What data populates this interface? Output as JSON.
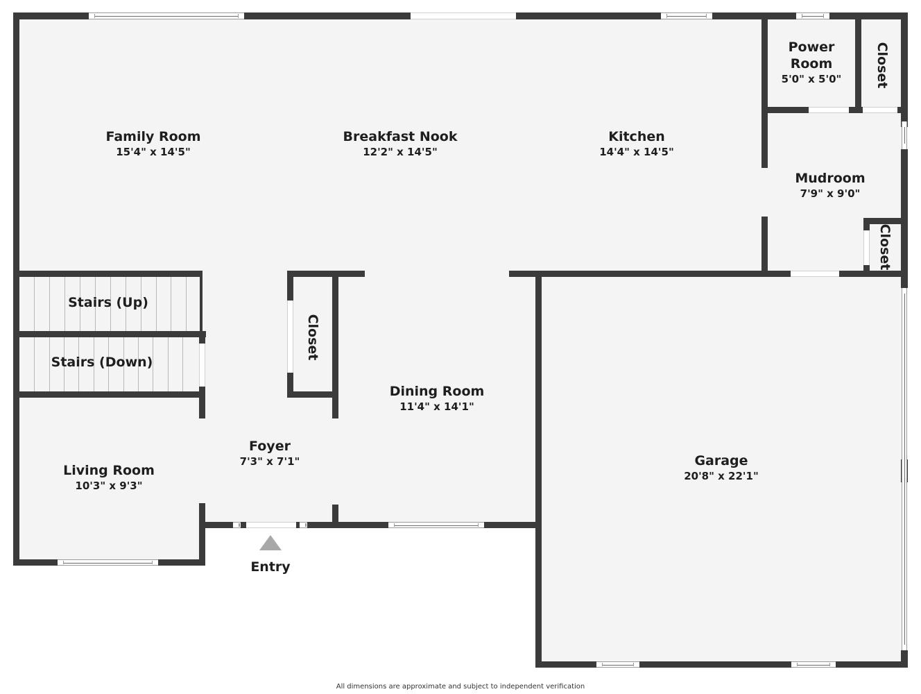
{
  "plan": {
    "colors": {
      "wall": "#3b3b3b",
      "floor": "#f4f4f4",
      "window": "#ffffff",
      "entry_arrow": "#a8a8a8",
      "text": "#1e1e1e"
    },
    "rooms": {
      "family_room": {
        "name": "Family Room",
        "dims": "15'4\" x 14'5\""
      },
      "breakfast_nook": {
        "name": "Breakfast Nook",
        "dims": "12'2\" x 14'5\""
      },
      "kitchen": {
        "name": "Kitchen",
        "dims": "14'4\" x 14'5\""
      },
      "power_room": {
        "name": "Power",
        "name2": "Room",
        "dims": "5'0\" x 5'0\""
      },
      "closet_top": {
        "name": "Closet"
      },
      "mudroom": {
        "name": "Mudroom",
        "dims": "7'9\" x 9'0\""
      },
      "closet_mud": {
        "name": "Closet"
      },
      "stairs_up": {
        "name": "Stairs (Up)"
      },
      "stairs_down": {
        "name": "Stairs (Down)"
      },
      "closet_foyer": {
        "name": "Closet"
      },
      "dining_room": {
        "name": "Dining Room",
        "dims": "11'4\" x 14'1\""
      },
      "foyer": {
        "name": "Foyer",
        "dims": "7'3\" x 7'1\""
      },
      "living_room": {
        "name": "Living Room",
        "dims": "10'3\" x 9'3\""
      },
      "garage": {
        "name": "Garage",
        "dims": "20'8\" x 22'1\""
      }
    },
    "entry": {
      "label": "Entry",
      "icon": "triangle-up-arrow"
    },
    "footer": "All dimensions are approximate and subject to independent verification"
  }
}
